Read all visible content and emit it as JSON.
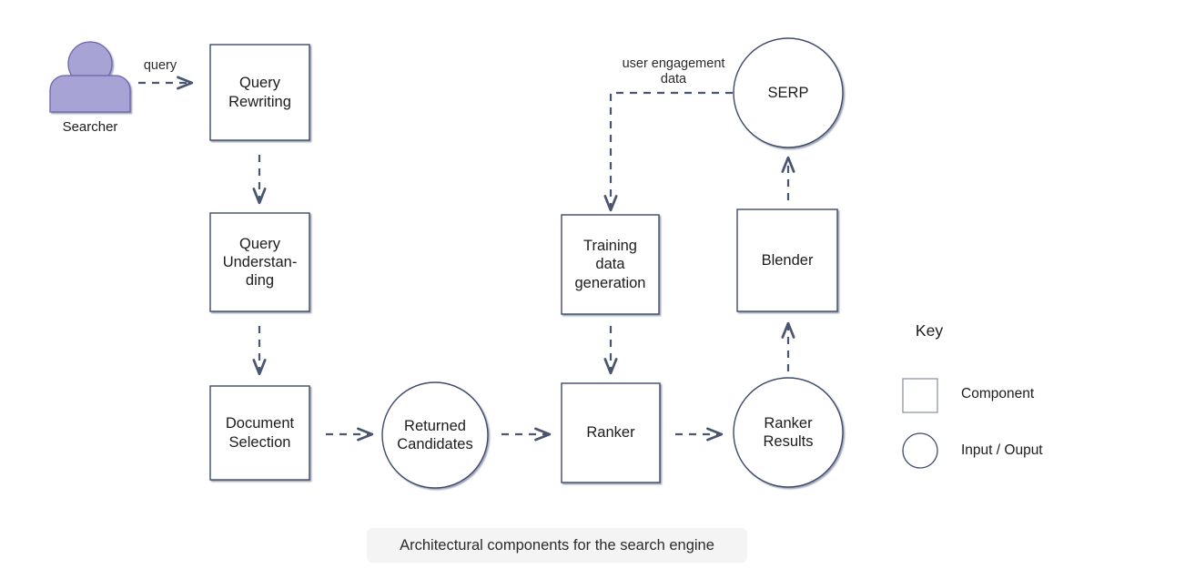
{
  "diagram": {
    "caption": "Architectural components for the search engine",
    "stroke_color": "#3d4a6b",
    "arrow_color": "#4a5570",
    "actor_fill": "#a7a3d4",
    "actor_stroke": "#6b66a8",
    "caption_bg": "#f4f4f4",
    "actor": {
      "name": "Searcher",
      "icon": "person-icon"
    },
    "nodes": [
      {
        "id": "query-rewriting",
        "shape": "component",
        "label": "Query\nRewriting"
      },
      {
        "id": "query-understanding",
        "shape": "component",
        "label": "Query\nUnderstan-\nding"
      },
      {
        "id": "document-selection",
        "shape": "component",
        "label": "Document\nSelection"
      },
      {
        "id": "returned-candidates",
        "shape": "io",
        "label": "Returned\nCandidates"
      },
      {
        "id": "ranker",
        "shape": "component",
        "label": "Ranker"
      },
      {
        "id": "ranker-results",
        "shape": "io",
        "label": "Ranker\nResults"
      },
      {
        "id": "blender",
        "shape": "component",
        "label": "Blender"
      },
      {
        "id": "serp",
        "shape": "io",
        "label": "SERP"
      },
      {
        "id": "training-data-generation",
        "shape": "component",
        "label": "Training\ndata\ngeneration"
      }
    ],
    "edges": [
      {
        "id": "searcher-to-query-rewriting",
        "label": "query"
      },
      {
        "id": "query-rewriting-to-query-understanding",
        "label": ""
      },
      {
        "id": "query-understanding-to-document-selection",
        "label": ""
      },
      {
        "id": "document-selection-to-returned-candidates",
        "label": ""
      },
      {
        "id": "returned-candidates-to-ranker",
        "label": ""
      },
      {
        "id": "ranker-to-ranker-results",
        "label": ""
      },
      {
        "id": "ranker-results-to-blender",
        "label": ""
      },
      {
        "id": "blender-to-serp",
        "label": ""
      },
      {
        "id": "serp-to-training-data-generation",
        "label": "user engagement\ndata"
      },
      {
        "id": "training-data-generation-to-ranker",
        "label": ""
      }
    ],
    "key": {
      "title": "Key",
      "items": [
        {
          "shape": "square",
          "label": "Component"
        },
        {
          "shape": "circle",
          "label": "Input / Ouput"
        }
      ]
    }
  }
}
